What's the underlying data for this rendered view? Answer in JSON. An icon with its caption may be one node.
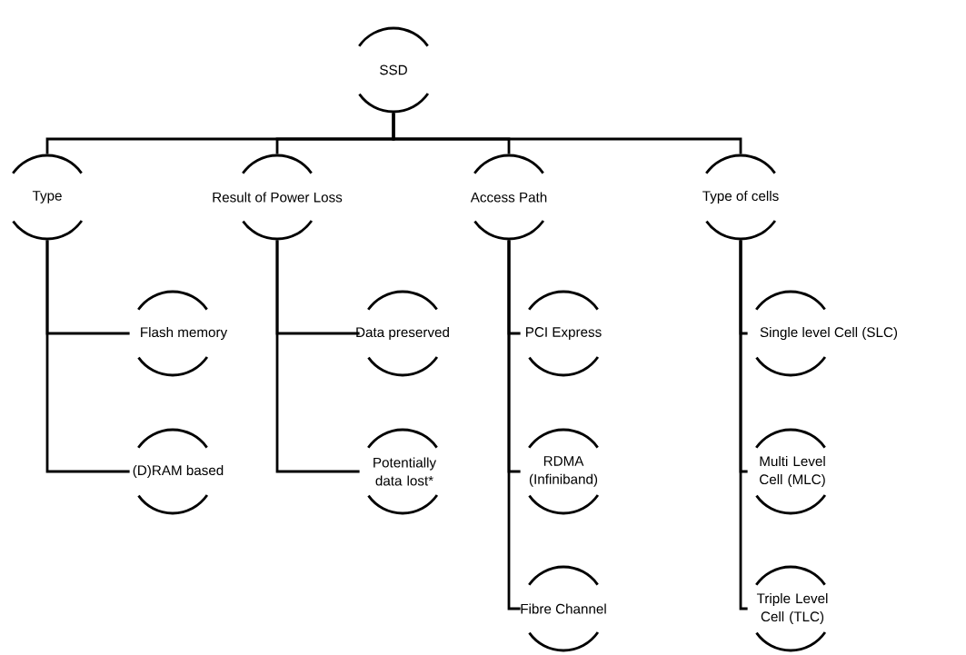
{
  "diagram": {
    "nodes": [
      {
        "text": [
          "SSD"
        ]
      },
      {
        "text": [
          "Type"
        ]
      },
      {
        "text": [
          "Result of Power Loss"
        ]
      },
      {
        "text": [
          "Access Path"
        ]
      },
      {
        "text": [
          "Type of cells"
        ]
      },
      {
        "text": [
          "Flash memory"
        ]
      },
      {
        "text": [
          "(D)RAM based"
        ]
      },
      {
        "text": [
          "Data preserved"
        ]
      },
      {
        "text": [
          "Potentially data lost*"
        ]
      },
      {
        "text": [
          "PCI Express"
        ]
      },
      {
        "text": [
          "RDMA (Infiniband)"
        ]
      },
      {
        "text": [
          "Fibre Channel"
        ]
      },
      {
        "text": [
          "Single level Cell (SLC)"
        ]
      },
      {
        "text": [
          "Multi Level Cell (MLC)"
        ]
      },
      {
        "text": [
          "Triple Level Cell (TLC)"
        ]
      }
    ],
    "edges": [
      {
        "from": 0,
        "to": 1,
        "arrow": "none"
      },
      {
        "from": 0,
        "to": 2,
        "arrow": "none"
      },
      {
        "from": 0,
        "to": 3,
        "arrow": "none"
      },
      {
        "from": 0,
        "to": 4,
        "arrow": "none"
      },
      {
        "from": 1,
        "to": 5,
        "arrow": "none"
      },
      {
        "from": 1,
        "to": 6,
        "arrow": "none"
      },
      {
        "from": 2,
        "to": 7,
        "arrow": "none"
      },
      {
        "from": 2,
        "to": 8,
        "arrow": "none"
      },
      {
        "from": 3,
        "to": 9,
        "arrow": "none"
      },
      {
        "from": 3,
        "to": 10,
        "arrow": "none"
      },
      {
        "from": 3,
        "to": 11,
        "arrow": "none"
      },
      {
        "from": 4,
        "to": 12,
        "arrow": "none"
      },
      {
        "from": 4,
        "to": 13,
        "arrow": "none"
      },
      {
        "from": 4,
        "to": 14,
        "arrow": "none"
      }
    ]
  }
}
